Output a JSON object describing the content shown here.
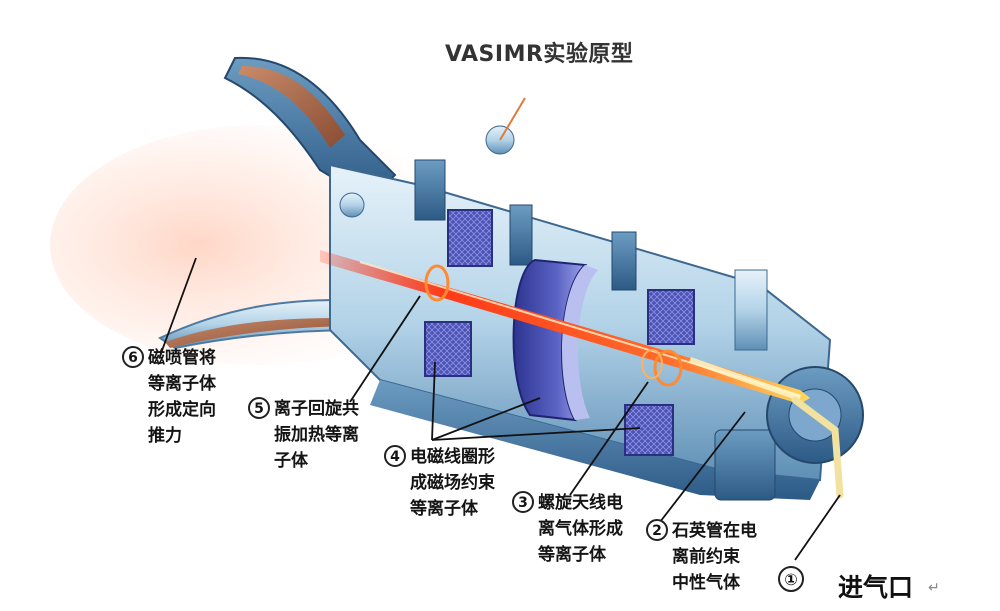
{
  "title": "VASIMR实验原型",
  "callouts": {
    "c1": {
      "num": "①"
    },
    "c2": {
      "num": "2",
      "lines": [
        "石英管在电",
        "离前约束",
        "中性气体"
      ]
    },
    "c3": {
      "num": "3",
      "lines": [
        "螺旋天线电",
        "离气体形成",
        "等离子体"
      ]
    },
    "c4": {
      "num": "4",
      "lines": [
        "电磁线圈形",
        "成磁场约束",
        "等离子体"
      ]
    },
    "c5": {
      "num": "5",
      "lines": [
        "离子回旋共",
        "振加热等离",
        "子体"
      ]
    },
    "c6": {
      "num": "6",
      "lines": [
        "磁喷管将",
        "等离子体",
        "形成定向",
        "推力"
      ]
    }
  },
  "intake_label": "进气口",
  "return_mark": "↵",
  "colors": {
    "body_light": "#cfe6f3",
    "body_mid": "#8fb9d6",
    "body_dark": "#3f6f98",
    "coil": "#4a4fb0",
    "plasma_core": "#ff4a1a",
    "plasma_glow": "#ffb08a",
    "nozzle_brown": "#a8674a"
  }
}
